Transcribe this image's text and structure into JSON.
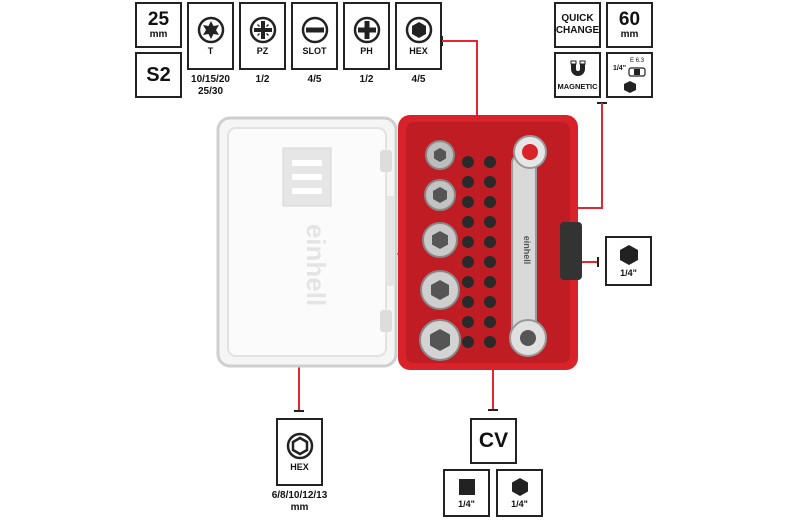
{
  "top_left": {
    "length": {
      "value": "25",
      "unit": "mm"
    },
    "material": "S2"
  },
  "bit_types": [
    {
      "icon": "torx-icon",
      "label": "T",
      "sizes": [
        "10/15/20",
        "25/30"
      ]
    },
    {
      "icon": "pozidriv-icon",
      "label": "PZ",
      "sizes": [
        "1/2"
      ]
    },
    {
      "icon": "slotted-icon",
      "label": "SLOT",
      "sizes": [
        "4/5"
      ]
    },
    {
      "icon": "phillips-icon",
      "label": "PH",
      "sizes": [
        "1/2"
      ]
    },
    {
      "icon": "hex-icon",
      "label": "HEX",
      "sizes": [
        "4/5"
      ]
    }
  ],
  "top_right": {
    "quick_change": "QUICK\nCHANGE",
    "extension": {
      "value": "60",
      "unit": "mm"
    },
    "magnetic": "MAGNETIC",
    "adapter": {
      "drive": "1/4\"",
      "standard": "E 6.3"
    }
  },
  "right_callout": {
    "icon": "hex-drive-icon",
    "label": "1/4\""
  },
  "socket_callout": {
    "label": "HEX",
    "sizes": "6/8/10/12/13",
    "unit": "mm"
  },
  "cv_callout": {
    "label": "CV"
  },
  "drive_callouts": [
    {
      "icon": "square-drive-icon",
      "label": "1/4\""
    },
    {
      "icon": "hex-drive-icon",
      "label": "1/4\""
    }
  ],
  "case_brand": "einhell",
  "colors": {
    "accent": "#e3262f",
    "case_red": "#d8232a",
    "text": "#111111"
  }
}
